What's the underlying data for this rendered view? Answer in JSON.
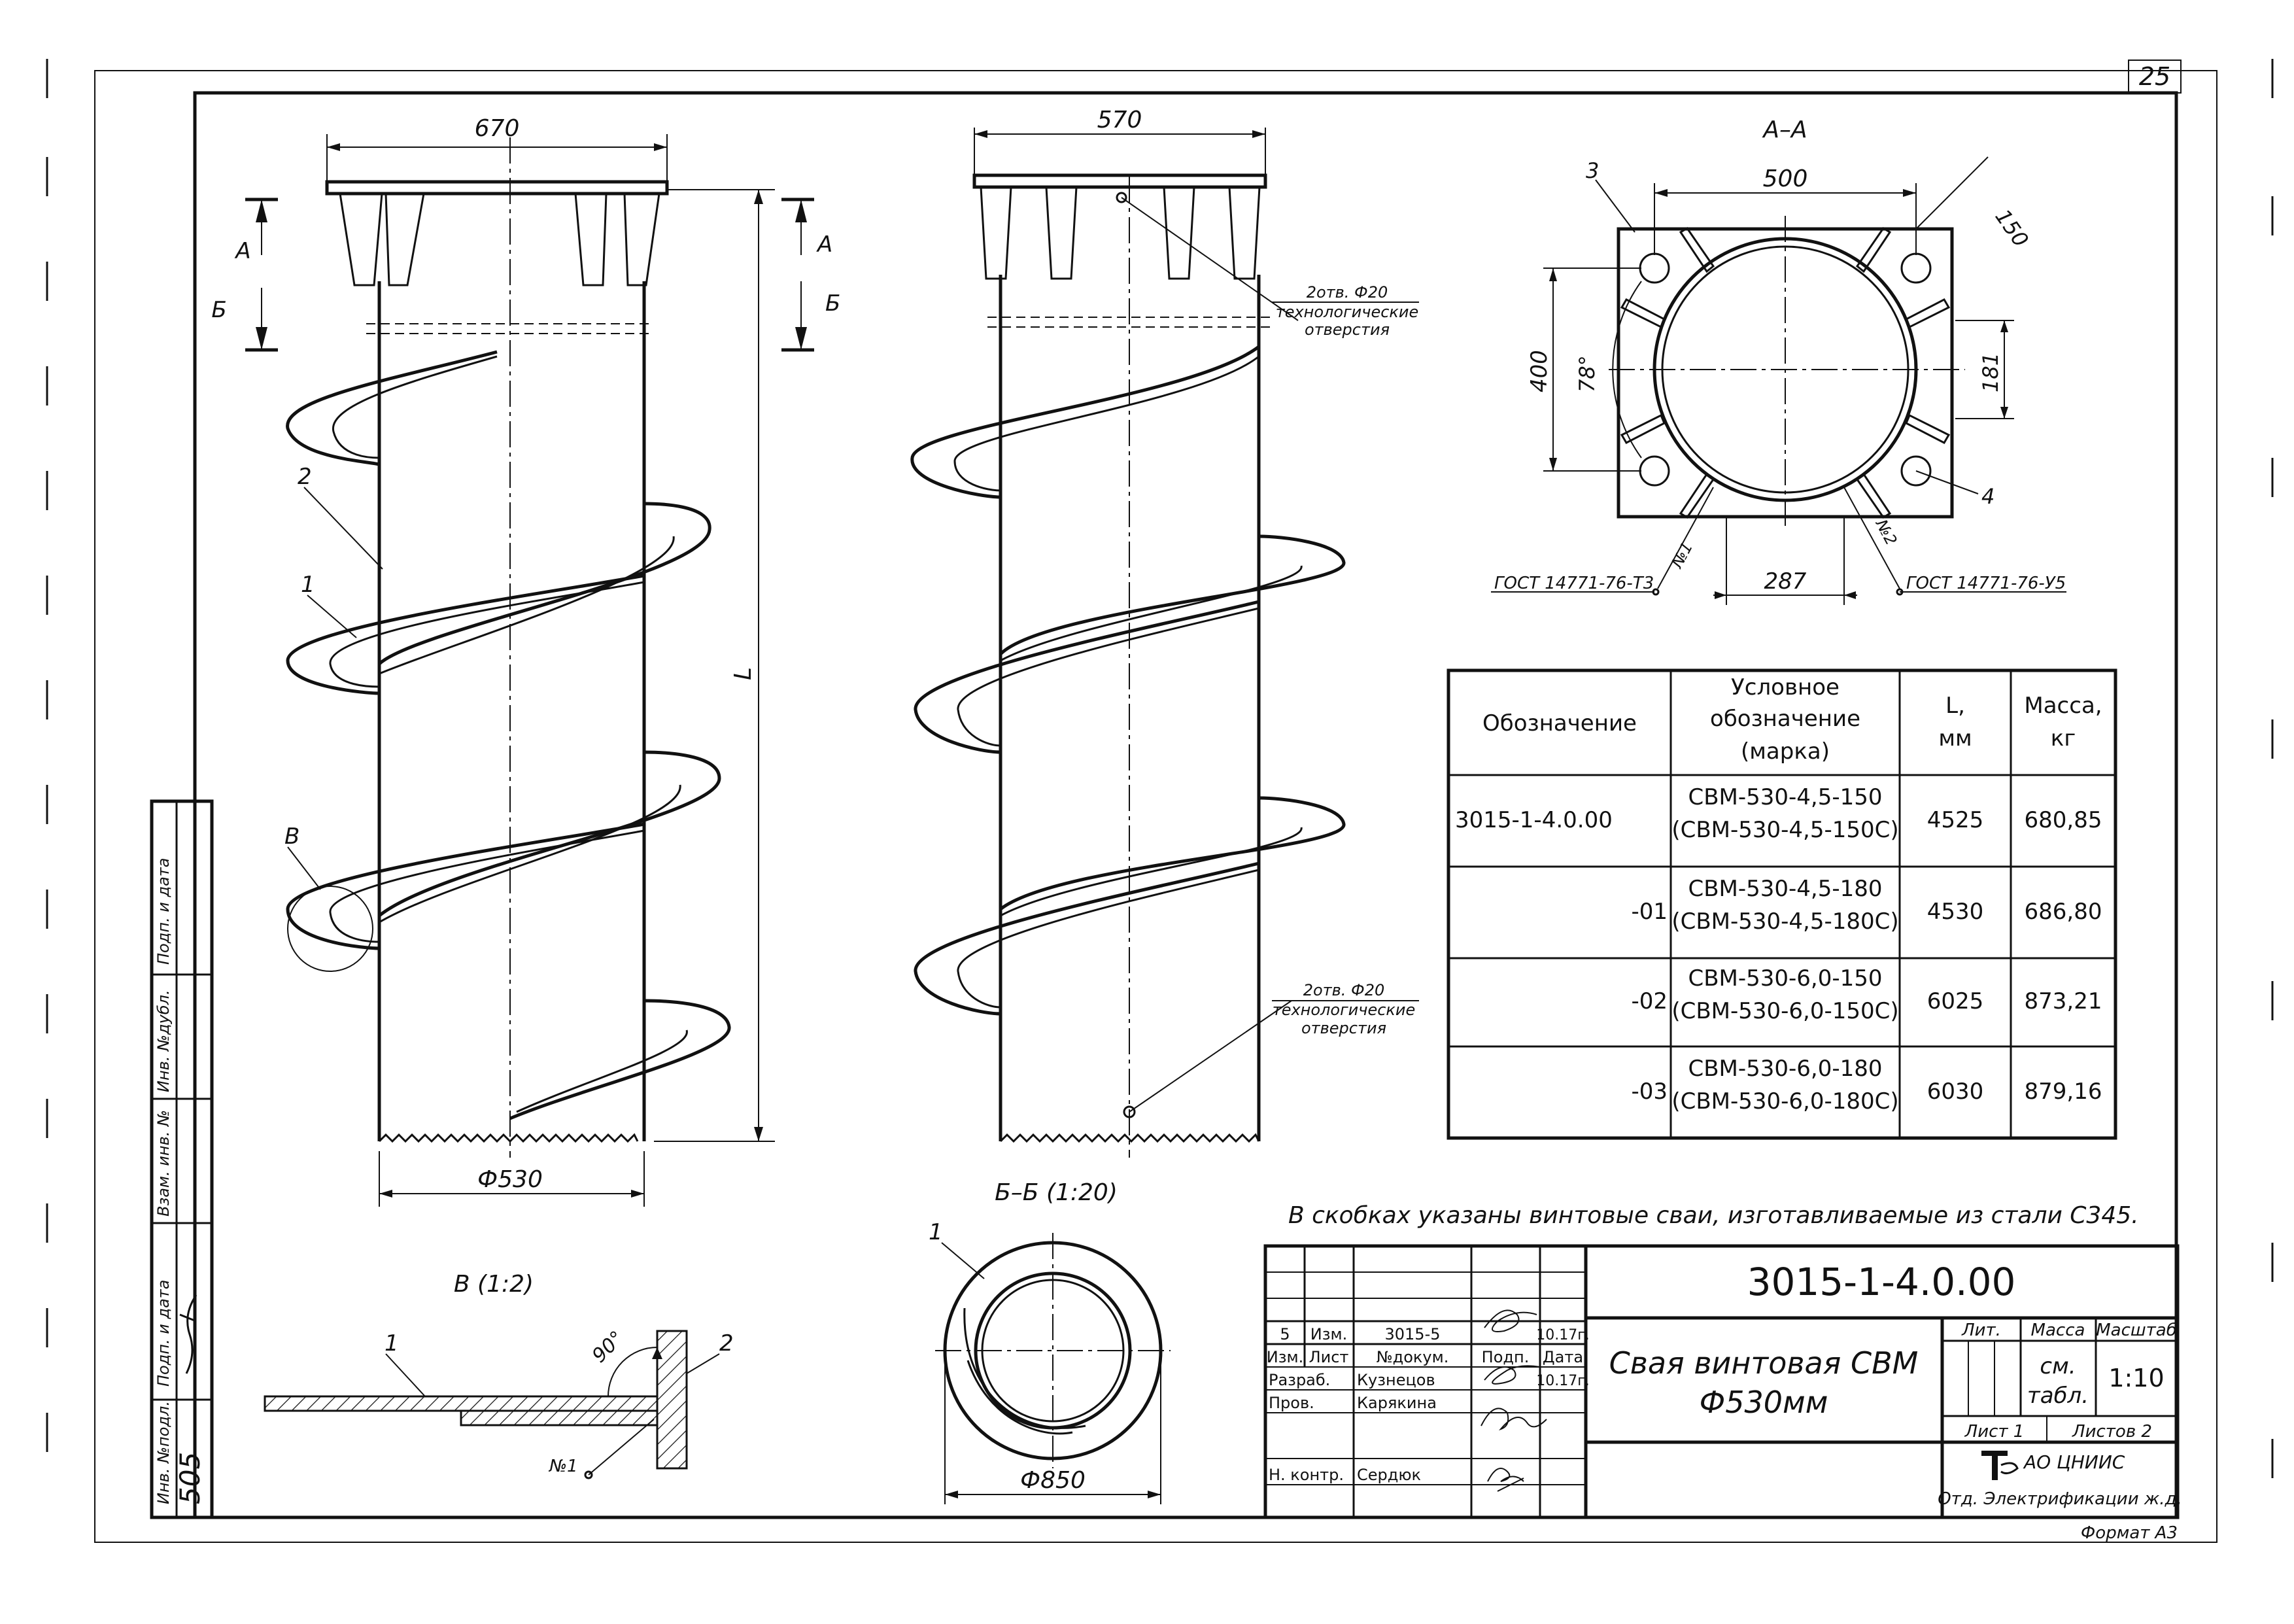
{
  "sheet": {
    "page_number": "25",
    "format": "Формат А3"
  },
  "top_view_left": {
    "dim_top": "670",
    "dim_bottom": "Ф530",
    "label_L": "L",
    "section_A": "А",
    "section_B": "Б",
    "leader_1": "1",
    "leader_2": "2",
    "leader_V": "В"
  },
  "side_view": {
    "dim_top": "570",
    "hole_note_line1": "2отв. Ф20",
    "hole_note_line2": "технологические",
    "hole_note_line3": "отверстия"
  },
  "section_AA": {
    "title": "А–А",
    "dim_500": "500",
    "dim_150": "150",
    "dim_400": "400",
    "angle_78": "78°",
    "dim_181": "181",
    "dim_287": "287",
    "leader_3": "3",
    "leader_4": "4",
    "weld_1": "№1",
    "weld_2": "№2",
    "gost_left": "ГОСТ 14771-76-Т3",
    "gost_right": "ГОСТ 14771-76-У5"
  },
  "section_BB": {
    "title": "Б–Б (1:20)",
    "leader_1": "1",
    "dim": "Ф850"
  },
  "detail_V": {
    "title": "В (1:2)",
    "leader_1": "1",
    "leader_2": "2",
    "angle": "90°",
    "weld": "№1"
  },
  "spec_table": {
    "headers": [
      "Обозначение",
      "Условное обозначение (марка)",
      "L, мм",
      "Масса, кг"
    ],
    "header_lines": [
      [
        "Обозначение"
      ],
      [
        "Условное",
        "обозначение",
        "(марка)"
      ],
      [
        "L,",
        "мм"
      ],
      [
        "Масса,",
        "кг"
      ]
    ],
    "rows": [
      {
        "designation": "3015-1-4.0.00",
        "mark1": "СВМ-530-4,5-150",
        "mark2": "(СВМ-530-4,5-150С)",
        "L": "4525",
        "mass": "680,85"
      },
      {
        "designation": "-01",
        "mark1": "СВМ-530-4,5-180",
        "mark2": "(СВМ-530-4,5-180С)",
        "L": "4530",
        "mass": "686,80"
      },
      {
        "designation": "-02",
        "mark1": "СВМ-530-6,0-150",
        "mark2": "(СВМ-530-6,0-150С)",
        "L": "6025",
        "mass": "873,21"
      },
      {
        "designation": "-03",
        "mark1": "СВМ-530-6,0-180",
        "mark2": "(СВМ-530-6,0-180С)",
        "L": "6030",
        "mass": "879,16"
      }
    ]
  },
  "note": "В скобках указаны винтовые сваи, изготавливаемые из стали С345.",
  "title_block": {
    "doc_code": "3015-1-4.0.00",
    "name_line1": "Свая винтовая СВМ",
    "name_line2": "Ф530мм",
    "rev_row": {
      "num": "5",
      "izm": "Изм.",
      "doc": "3015-5",
      "date": "10.17г."
    },
    "header_row": {
      "izm": "Изм.",
      "list": "Лист",
      "doc": "№докум.",
      "sign": "Подп.",
      "date": "Дата"
    },
    "razrab": {
      "role": "Разраб.",
      "name": "Кузнецов",
      "date": "10.17г."
    },
    "prov": {
      "role": "Пров.",
      "name": "Карякина"
    },
    "nkontr": {
      "role": "Н. контр.",
      "name": "Сердюк"
    },
    "lit_label": "Лит.",
    "mass_label": "Масса",
    "scale_label": "Масштаб",
    "mass_value_line1": "см.",
    "mass_value_line2": "табл.",
    "scale_value": "1:10",
    "sheet_label": "Лист 1",
    "sheets_label": "Листов 2",
    "org_line1": "АО ЦНИИС",
    "org_line2": "Отд. Электрификации ж.д."
  },
  "side_stamp": {
    "inv_podl": "Инв. №подл.",
    "podp_data_1": "Подп. и дата",
    "vzam_inv": "Взам. инв. №",
    "inv_dubl": "Инв. №дубл.",
    "podp_data_2": "Подп. и дата",
    "inv_value": "505"
  }
}
